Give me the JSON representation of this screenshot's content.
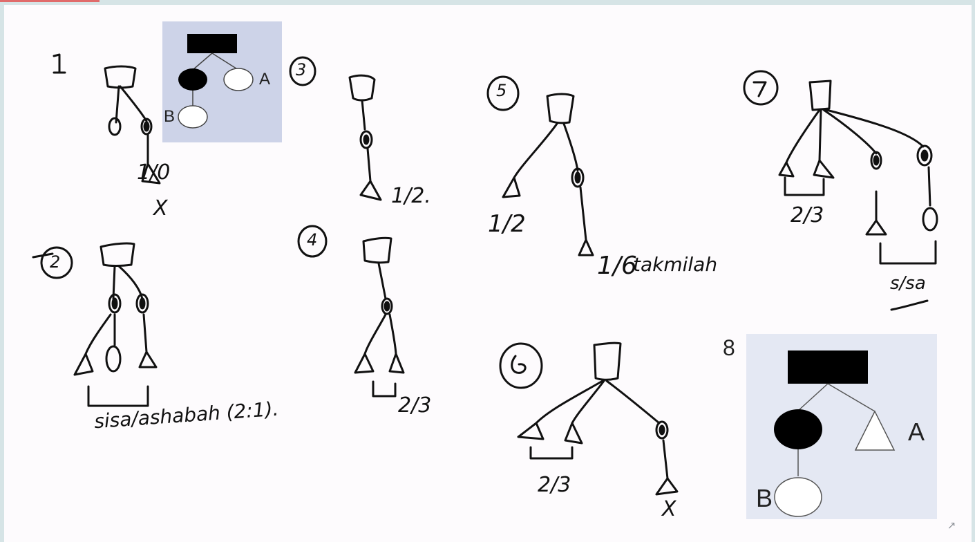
{
  "diagram_numbers": [
    "1",
    "2",
    "3",
    "4",
    "5",
    "6",
    "7"
  ],
  "annotations": {
    "d1_ratio": "1/0",
    "d1_mark": "X",
    "d2_text": "sisa/ashabah (2:1).",
    "d3_ratio": "1/2.",
    "d4_ratio": "2/3",
    "d5_ratio_left": "1/2",
    "d5_ratio_right": "1/6",
    "d5_note": "takmilah",
    "d6_ratio": "2/3",
    "d6_mark": "X",
    "d7_ratio_left": "2/3",
    "d7_ratio_right": "s/sa"
  },
  "inset_top": {
    "label_a": "A",
    "label_b": "B"
  },
  "inset_bottom": {
    "number": "8",
    "label_a": "A",
    "label_b": "B"
  },
  "colors": {
    "ink": "#111111",
    "inset_top_bg": "#cdd3e8",
    "inset_bottom_bg": "#e4e8f3",
    "frame": "#d6e4e6"
  }
}
